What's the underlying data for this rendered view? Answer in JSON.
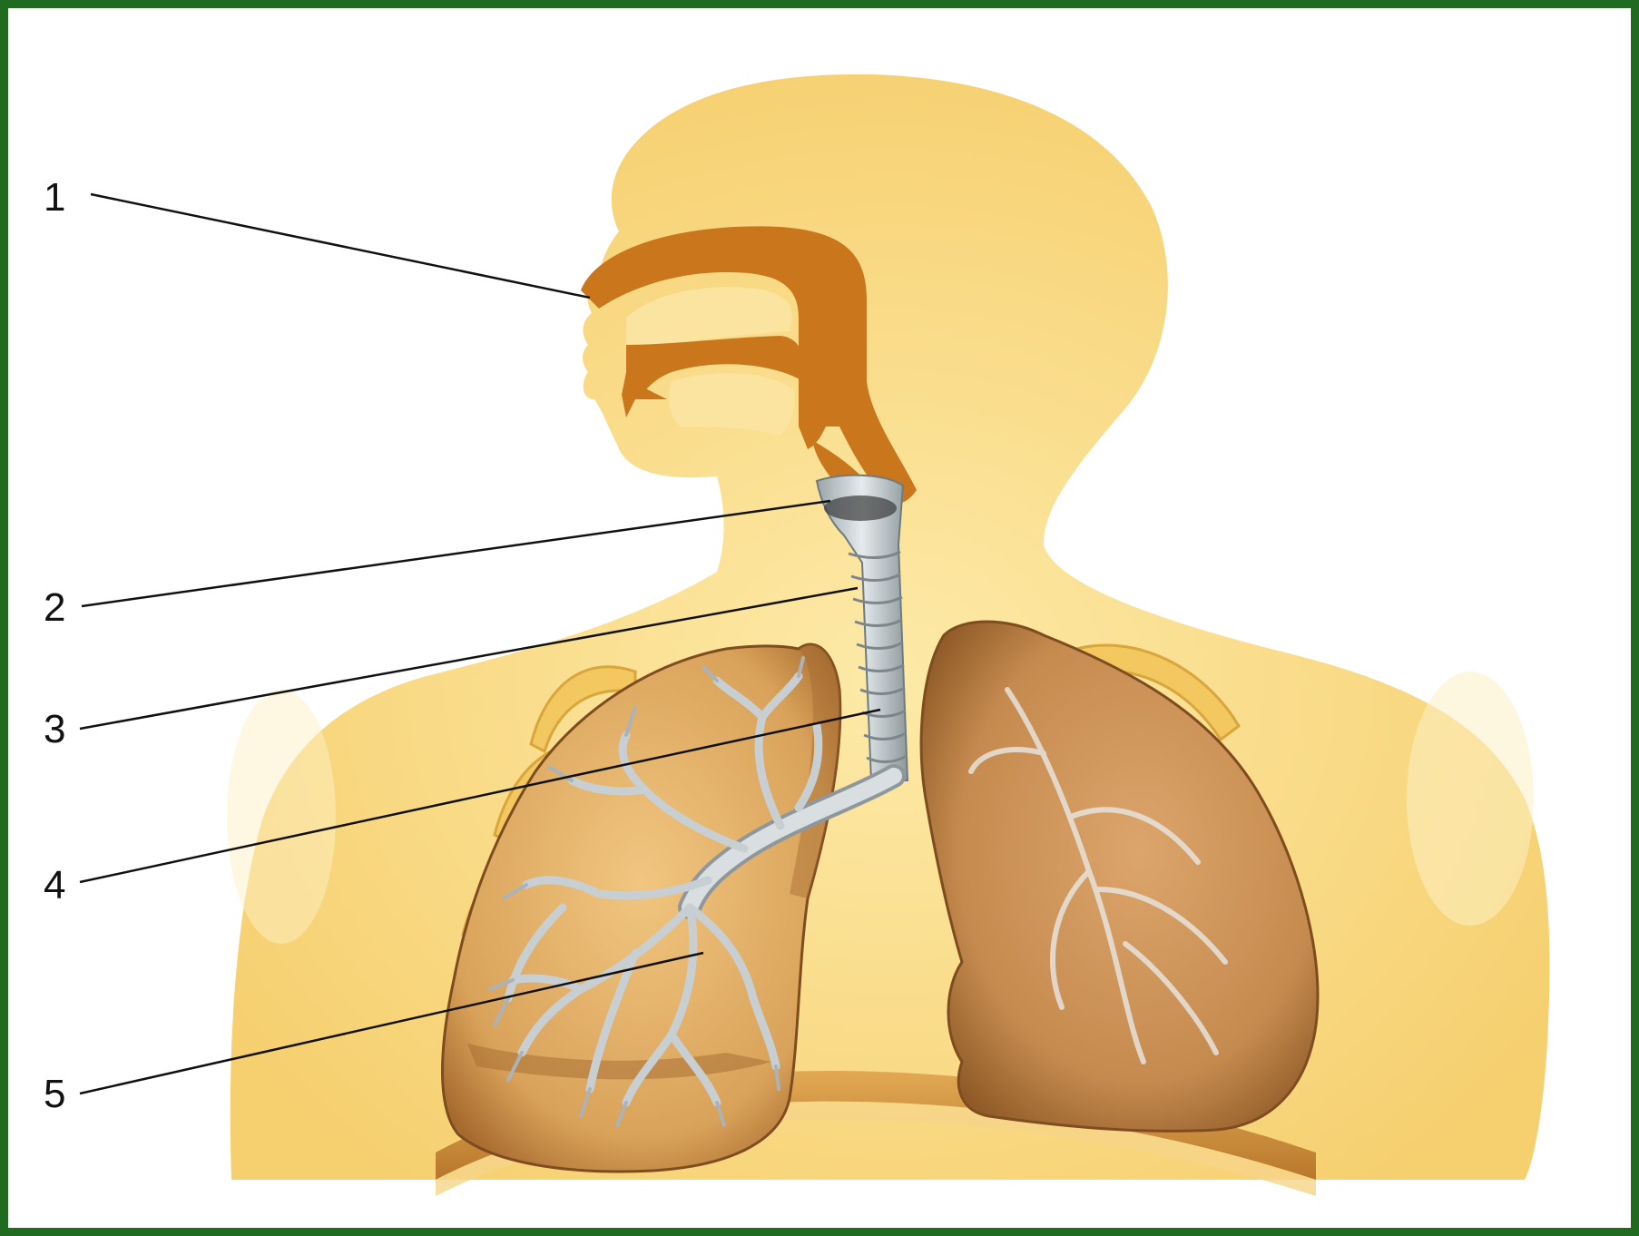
{
  "diagram": {
    "callouts": [
      {
        "number": "1"
      },
      {
        "number": "2"
      },
      {
        "number": "3"
      },
      {
        "number": "4"
      },
      {
        "number": "5"
      }
    ]
  },
  "colors": {
    "frame": "#1f6b1f",
    "body": "#f9dd8a",
    "nasal": "#c9761c",
    "airway": "#cfd6d9",
    "lung": "#c99253",
    "diaphragm": "#c98a3a",
    "leader": "#111111"
  }
}
